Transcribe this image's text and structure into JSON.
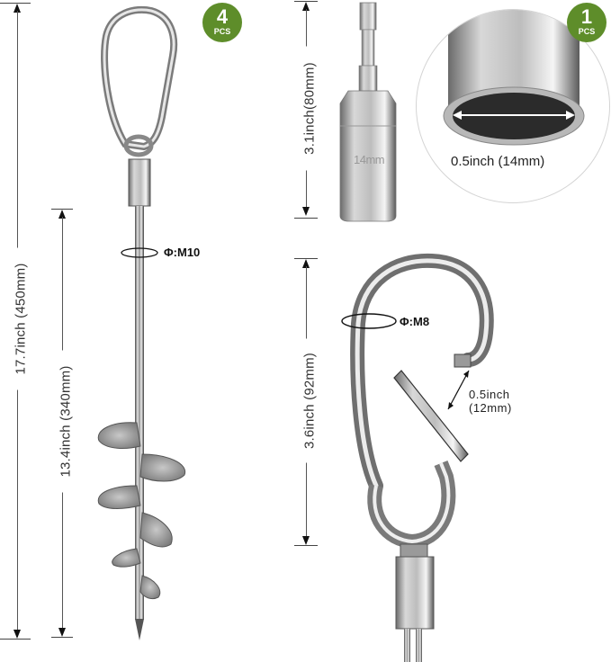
{
  "badges": {
    "stake": {
      "count": "4",
      "unit": "PCS",
      "color": "#5e8d2a"
    },
    "socket": {
      "count": "1",
      "unit": "PCS",
      "color": "#5e8d2a"
    }
  },
  "dimensions": {
    "total_length": "17.7inch (450mm)",
    "spiral_length": "13.4inch (340mm)",
    "socket_length": "3.1inch(80mm)",
    "hook_length": "3.6inch (92mm)",
    "socket_inner": "0.5inch (14mm)",
    "hook_opening_line1": "0.5inch",
    "hook_opening_line2": "(12mm)"
  },
  "diameters": {
    "stake_rod": "Φ:M10",
    "hook_wire": "Φ:M8"
  },
  "socket_marking": "14mm",
  "products": {
    "stake": "spiral-ground-anchor-with-carabiner",
    "socket": "hex-shank-socket-driver",
    "hook": "spring-snap-hook-closeup"
  }
}
